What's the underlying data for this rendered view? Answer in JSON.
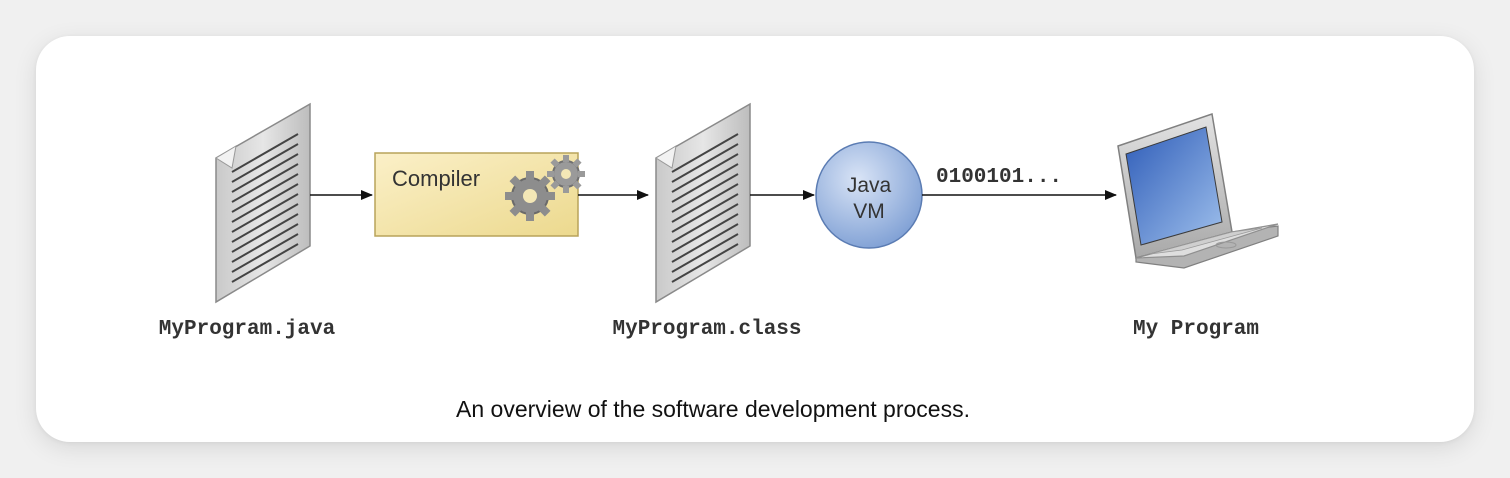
{
  "diagram": {
    "source_label": "MyProgram.java",
    "compiler_label": "Compiler",
    "bytecode_label": "MyProgram.class",
    "jvm_label_line1": "Java",
    "jvm_label_line2": "VM",
    "machine_code_label": "0100101...",
    "program_label": "My Program"
  },
  "caption": "An overview of the software development process."
}
